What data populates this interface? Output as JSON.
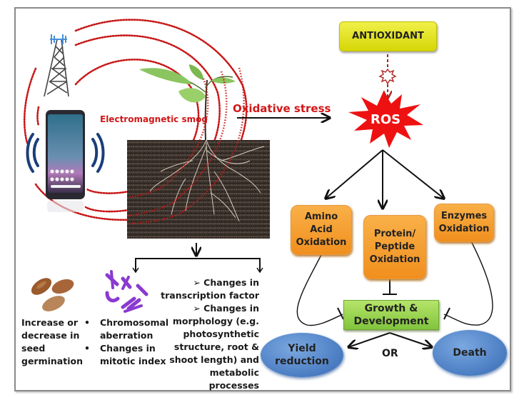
{
  "diagram": {
    "labels": {
      "electromagnetic_smog": "Electromagnetic smog",
      "oxidative_stress": "Oxidative stress",
      "antioxidant": "ANTIOXIDANT",
      "ros": "ROS",
      "or": "OR"
    },
    "oxidation_boxes": {
      "amino_acid": [
        "Amino",
        "Acid",
        "Oxidation"
      ],
      "protein_peptide": [
        "Protein/",
        "Peptide",
        "Oxidation"
      ],
      "enzymes": [
        "Enzymes",
        "Oxidation"
      ]
    },
    "growth_box": [
      "Growth &",
      "Development"
    ],
    "outcomes": {
      "yield": [
        "Yield",
        "reduction"
      ],
      "death": "Death"
    },
    "effects": {
      "seed": [
        "Increase or",
        "decrease in",
        "seed",
        "germination"
      ],
      "chromosome_bullets": [
        "•",
        "•"
      ],
      "chromosome": [
        "Chromosomal",
        "aberration",
        "Changes in",
        "mitotic index"
      ],
      "changes_lines": [
        "➢  Changes in",
        "transcription  factor",
        "➢  Changes in",
        "morphology (e.g.",
        "photosynthetic",
        "structure, root &",
        "shoot length) and",
        "metabolic processes"
      ]
    },
    "colors": {
      "radiation_red": "#c81818",
      "ros_red": "#ee1111",
      "wave_blue": "#1a3e7a",
      "orange_box": "#f5a033",
      "green_box": "#9bd455",
      "blue_ellipse": "#4f82c8",
      "antioxidant_yellow": "#e2e21c"
    }
  }
}
